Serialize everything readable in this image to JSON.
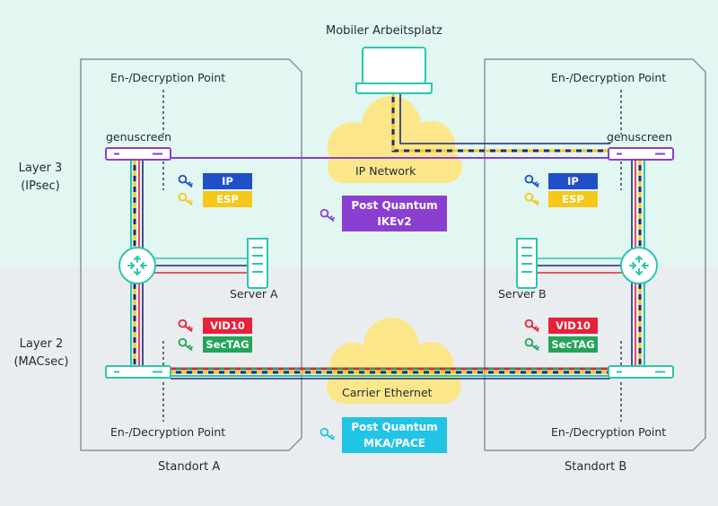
{
  "colors": {
    "ipsec_band": "#e2f6f2",
    "macsec_band": "#eaedf0",
    "purple": "#8b3fd1",
    "navy": "#1a2b75",
    "yellow": "#f5c81a",
    "teal": "#2ac6b0",
    "red": "#e8213b",
    "green": "#23a45a",
    "blue": "#1f50c8",
    "cyan": "#22c4e6",
    "cloud": "#fbe78a"
  },
  "title_mobile": "Mobiler Arbeitsplatz",
  "layers": {
    "l3_line1": "Layer 3",
    "l3_line2": "(IPsec)",
    "l2_line1": "Layer 2",
    "l2_line2": "(MACsec)"
  },
  "site_a": {
    "enc_top": "En-/Decryption Point",
    "device": "genuscreen",
    "server": "Server A",
    "enc_bottom": "En-/Decryption Point",
    "name": "Standort A"
  },
  "site_b": {
    "enc_top": "En-/Decryption Point",
    "device": "genuscreen",
    "server": "Server B",
    "enc_bottom": "En-/Decryption Point",
    "name": "Standort B"
  },
  "clouds": {
    "ip": "IP Network",
    "carrier": "Carrier Ethernet"
  },
  "tags": {
    "ip": "IP",
    "esp": "ESP",
    "vid": "VID10",
    "sectag": "SecTAG"
  },
  "pq_ike": {
    "line1": "Post Quantum",
    "line2": "IKEv2"
  },
  "pq_mka": {
    "line1": "Post Quantum",
    "line2": "MKA/PACE"
  },
  "icons": [
    "laptop-icon",
    "cloud-icon",
    "router-icon",
    "server-icon",
    "key-icon",
    "appliance-icon"
  ]
}
